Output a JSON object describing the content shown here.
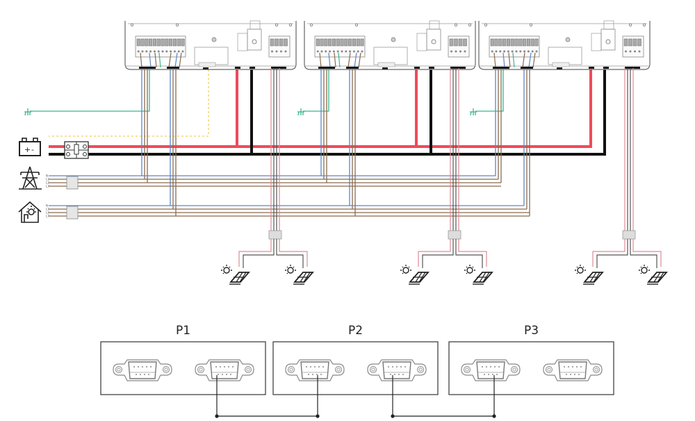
{
  "diagram": {
    "title": "Three-unit parallel inverter wiring",
    "colors": {
      "red": "#ef4a5a",
      "black": "#111111",
      "blue": "#5a86c8",
      "brown": "#8a6a4e",
      "green": "#3cb48a",
      "yellow": "#f2cf5a",
      "pv_red": "#e08a92",
      "pv_dark": "#555555",
      "outline": "#666666"
    },
    "inverters": [
      {
        "id": "inverter-1"
      },
      {
        "id": "inverter-2"
      },
      {
        "id": "inverter-3"
      }
    ],
    "sources": {
      "battery": {
        "icon": "battery-icon",
        "plus": "+",
        "minus": "-"
      },
      "grid": {
        "icon": "grid-tower-icon",
        "lines": [
          "N",
          "L1",
          "L2",
          "L3"
        ]
      },
      "load": {
        "icon": "house-load-icon",
        "lines": [
          "N",
          "L1",
          "L2",
          "L3"
        ]
      }
    },
    "pv": {
      "icon": "solar-panel-icon",
      "panels_per_inverter": 2
    },
    "parallel_ports": [
      {
        "label": "P1"
      },
      {
        "label": "P2"
      },
      {
        "label": "P3"
      }
    ]
  }
}
